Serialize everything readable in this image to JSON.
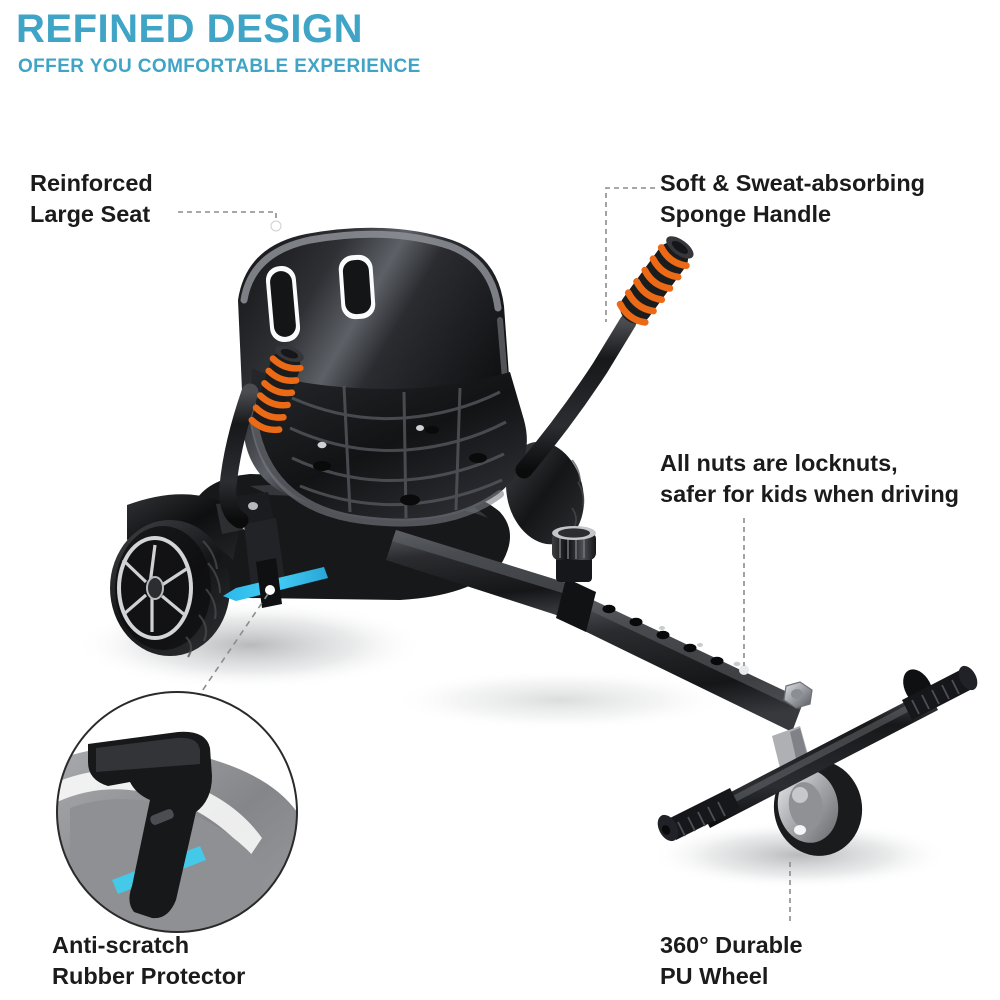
{
  "header": {
    "title": "REFINED DESIGN",
    "subtitle": "OFFER YOU COMFORTABLE EXPERIENCE",
    "accent_color": "#3fa4c6"
  },
  "callouts": [
    {
      "id": "seat",
      "line1": "Reinforced",
      "line2": "Large Seat"
    },
    {
      "id": "handle",
      "line1": "Soft & Sweat-absorbing",
      "line2": "Sponge Handle"
    },
    {
      "id": "nuts",
      "line1": "All nuts are locknuts,",
      "line2": "safer for kids when driving"
    },
    {
      "id": "protector",
      "line1": "Anti-scratch",
      "line2": "Rubber Protector"
    },
    {
      "id": "puwheel",
      "line1": "360° Durable",
      "line2": "PU Wheel"
    }
  ],
  "product": {
    "name": "hoverboard-go-kart-seat-attachment",
    "colors": {
      "body_black": "#1a1a1c",
      "body_black_light": "#3a3b3e",
      "highlight": "#f2f3f5",
      "led_cyan": "#18b4e0",
      "grip_orange": "#ec6a15",
      "metal_grey": "#b9babd",
      "inset_grey": "#8d8e91",
      "leader_grey": "#8c8c8c"
    },
    "parts": [
      "bucket-seat",
      "sponge-handle-bar",
      "left-orange-grip",
      "hoverboard-rear-wheel",
      "hoverboard-fender",
      "rubber-protector-strap",
      "cyan-led-strip",
      "telescoping-frame-tube",
      "adjustment-knob",
      "adjustment-holes",
      "locknut",
      "footrest-bar",
      "footrest-grips",
      "pu-caster-wheel"
    ]
  },
  "inset": {
    "name": "rubber-protector-zoom-circle",
    "shape": "circle"
  }
}
